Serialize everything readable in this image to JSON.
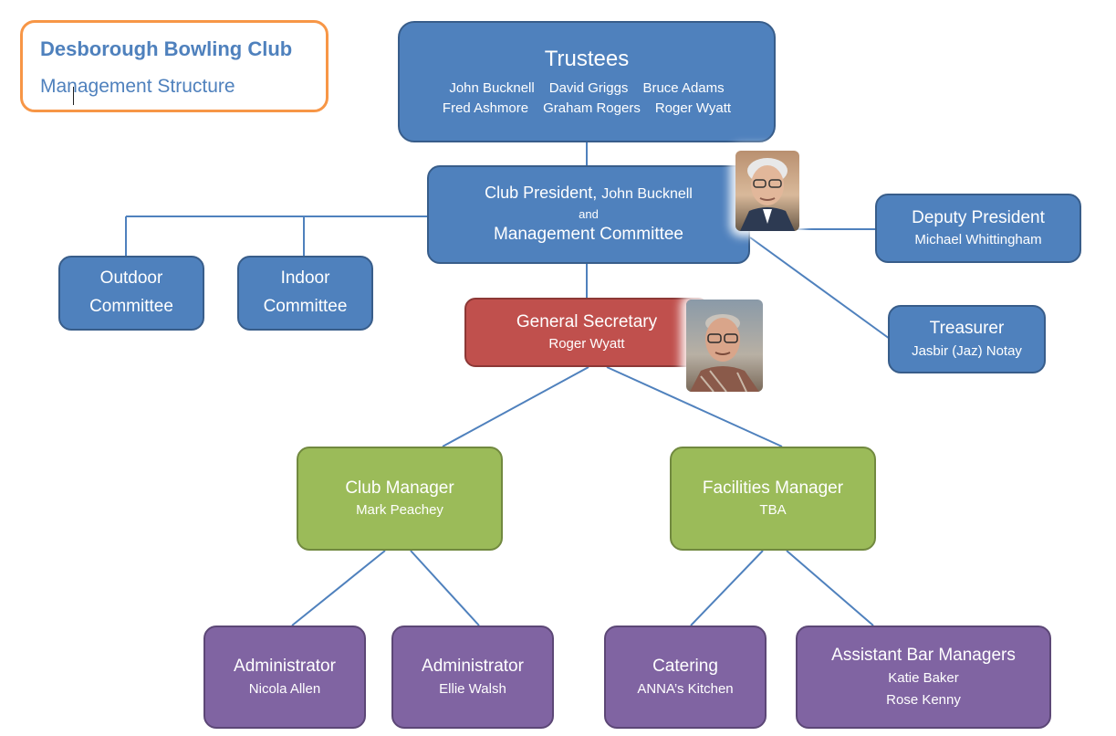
{
  "header": {
    "club_name": "Desborough Bowling Club",
    "subtitle": "Management Structure"
  },
  "trustees": {
    "title": "Trustees",
    "names": [
      "John Bucknell",
      "David Griggs",
      "Bruce Adams",
      "Fred Ashmore",
      "Graham Rogers",
      "Roger Wyatt"
    ]
  },
  "president": {
    "title": "Club President,",
    "name": "John Bucknell",
    "joiner": "and",
    "committee": "Management Committee",
    "photo_icon": "person-photo-icon"
  },
  "deputy": {
    "title": "Deputy President",
    "name": "Michael Whittingham"
  },
  "treasurer": {
    "title": "Treasurer",
    "name": "Jasbir (Jaz) Notay"
  },
  "outdoor": {
    "line1": "Outdoor",
    "line2": "Committee"
  },
  "indoor": {
    "line1": "Indoor",
    "line2": "Committee"
  },
  "secretary": {
    "title": "General Secretary",
    "name": "Roger Wyatt",
    "photo_icon": "person-photo-icon"
  },
  "club_manager": {
    "title": "Club Manager",
    "name": "Mark Peachey"
  },
  "facilities_manager": {
    "title": "Facilities Manager",
    "name": "TBA"
  },
  "admin1": {
    "title": "Administrator",
    "name": "Nicola Allen"
  },
  "admin2": {
    "title": "Administrator",
    "name": "Ellie Walsh"
  },
  "catering": {
    "title": "Catering",
    "name": "ANNA’s Kitchen"
  },
  "bar": {
    "title": "Assistant Bar Managers",
    "names": [
      "Katie Baker",
      "Rose Kenny"
    ]
  },
  "colors": {
    "blue": "#4f81bd",
    "red": "#c0504d",
    "green": "#9bbb59",
    "purple": "#8064a2",
    "title_border": "#f79646",
    "connector": "#4f81bd"
  }
}
